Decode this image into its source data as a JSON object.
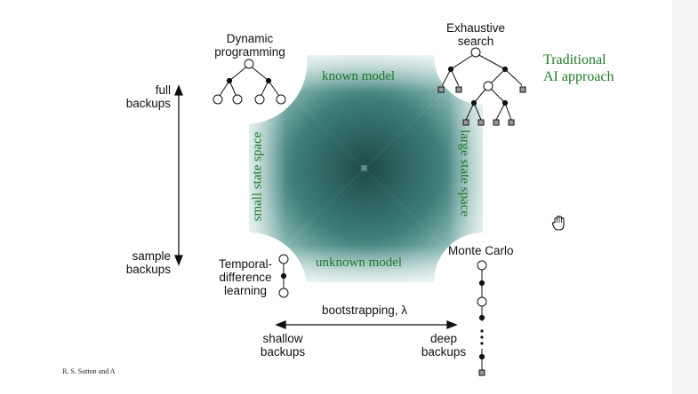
{
  "corners": {
    "dynamic_programming": [
      "Dynamic",
      "programming"
    ],
    "exhaustive_search": [
      "Exhaustive",
      "search"
    ],
    "traditional_ai": [
      "Traditional",
      "AI approach"
    ],
    "temporal_difference": [
      "Temporal-",
      "difference",
      "learning"
    ],
    "monte_carlo": "Monte Carlo"
  },
  "edges": {
    "top": "known model",
    "bottom": "unknown model",
    "left": "small state space",
    "right": "large state space"
  },
  "vertical_axis": {
    "top": [
      "full",
      "backups"
    ],
    "bottom": [
      "sample",
      "backups"
    ]
  },
  "horizontal_axis": {
    "label": "bootstrapping, λ",
    "left": [
      "shallow",
      "backups"
    ],
    "right": [
      "deep",
      "backups"
    ]
  },
  "credit": "R. S. Sutton and A",
  "colors": {
    "teal_dark": "#1e4a48",
    "teal_light": "#7fb0aa",
    "green_text": "#1e7a2a"
  },
  "icons": [
    "hand-cursor-icon"
  ]
}
